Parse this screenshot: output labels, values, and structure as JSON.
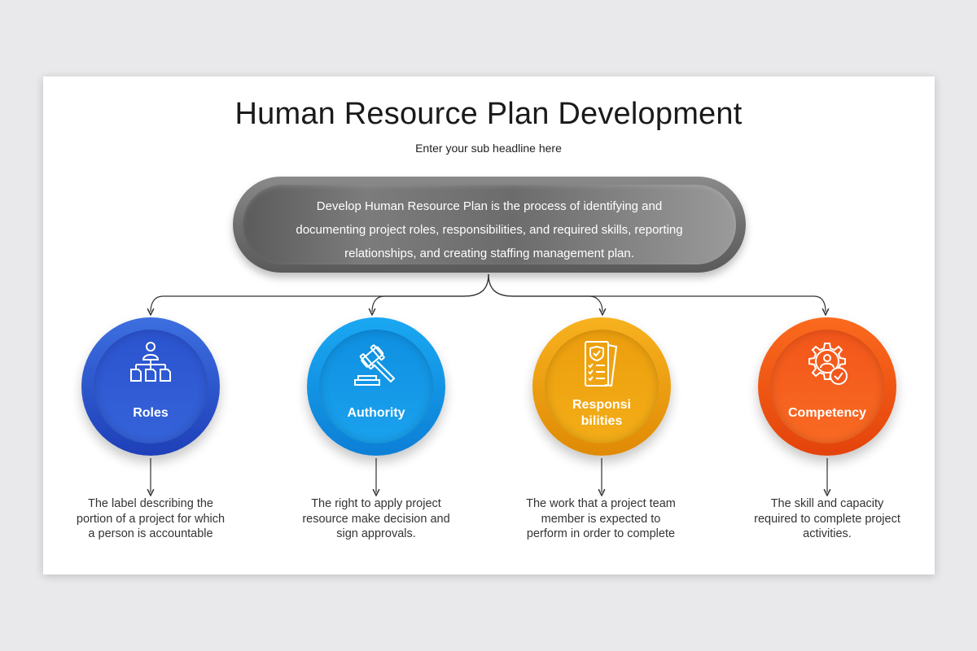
{
  "header": {
    "title": "Human Resource Plan Development",
    "subtitle": "Enter your sub headline here"
  },
  "summary": {
    "lines": [
      "Develop Human Resource Plan is the process of identifying and",
      "documenting project roles, responsibilities, and required skills, reporting",
      "relationships, and creating staffing management plan."
    ]
  },
  "nodes": [
    {
      "label_lines": [
        "Roles"
      ],
      "icon": "org-chart-icon",
      "color": "#2b53cf",
      "desc_lines": [
        "The label describing the",
        "portion of a project for which",
        "a person is accountable"
      ]
    },
    {
      "label_lines": [
        "Authority"
      ],
      "icon": "gavel-icon",
      "color": "#0f8fe0",
      "desc_lines": [
        "The right to apply project",
        "resource make decision and",
        "sign approvals."
      ]
    },
    {
      "label_lines": [
        "Responsi",
        "bilities"
      ],
      "icon": "checklist-document-icon",
      "color": "#ec9e0e",
      "desc_lines": [
        "The work that a project team",
        "member is expected to",
        "perform in order to complete"
      ]
    },
    {
      "label_lines": [
        "Competency"
      ],
      "icon": "user-gear-check-icon",
      "color": "#f2561a",
      "desc_lines": [
        "The skill and capacity",
        "required to complete project",
        "activities."
      ]
    }
  ]
}
